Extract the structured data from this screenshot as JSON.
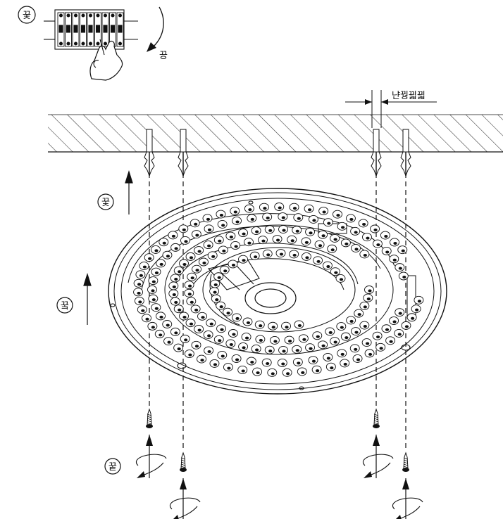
{
  "labels": {
    "step_breaker": "꿎",
    "switch_off_mark": "끙",
    "hole_spec": "냔꿩끫끫",
    "step_lift": "꿏",
    "step_position": "꿐",
    "step_screw": "꿑"
  },
  "colors": {
    "line": "#111111",
    "hatch": "#333333",
    "background": "#ffffff"
  },
  "icons": [
    "breaker-panel-icon",
    "hand-icon",
    "curved-arrow-icon",
    "anchor-plug-icon",
    "screw-icon",
    "rotation-arrow-icon",
    "up-arrow-icon"
  ]
}
